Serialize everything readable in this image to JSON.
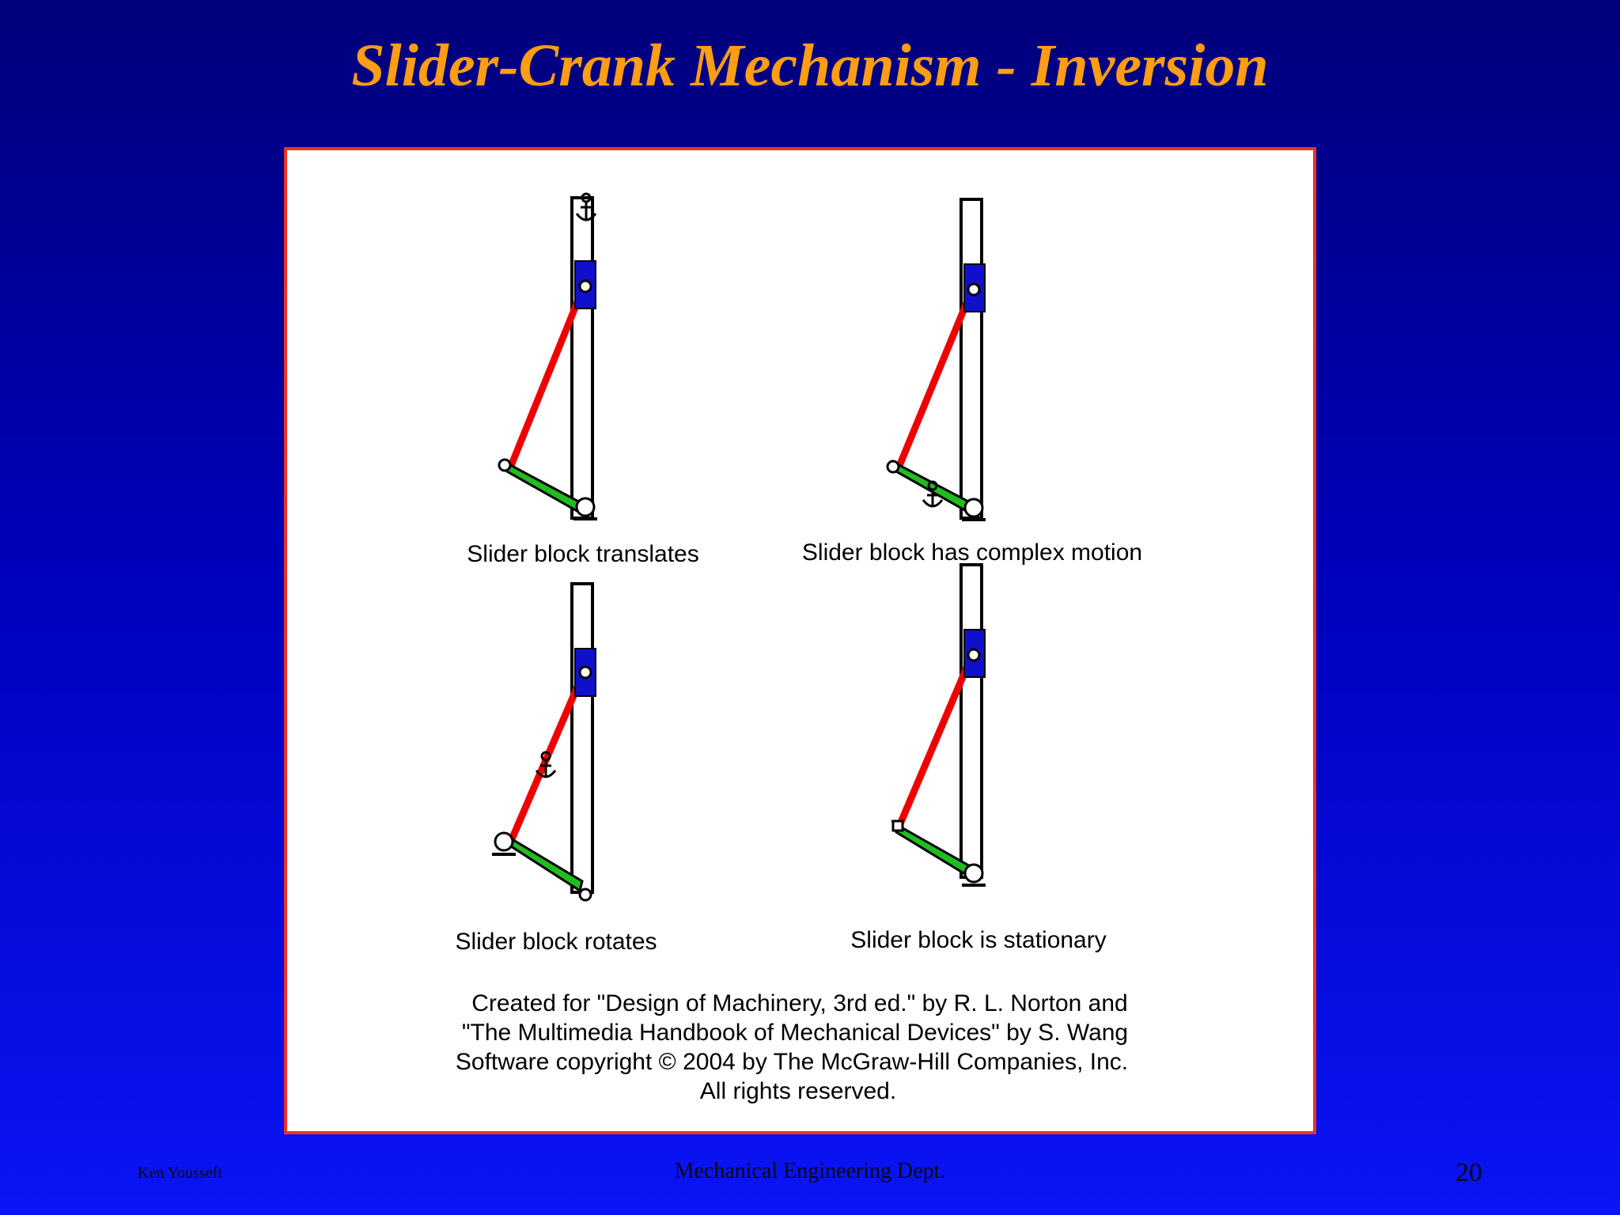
{
  "slide": {
    "title": "Slider-Crank Mechanism - Inversion",
    "frame_color": "#ee3322",
    "title_color": "#ff9d14"
  },
  "figure": {
    "colors": {
      "coupler": "#ee0000",
      "crank": "#22bb22",
      "slider": "#1010cc"
    },
    "panels": [
      {
        "caption": "Slider block translates"
      },
      {
        "caption": "Slider block has complex motion"
      },
      {
        "caption": "Slider block rotates"
      },
      {
        "caption": "Slider block is stationary"
      }
    ],
    "credits": [
      "Created for \"Design of Machinery, 3rd ed.\" by R. L. Norton and",
      "\"The Multimedia Handbook of Mechanical Devices\" by S. Wang",
      "Software copyright © 2004 by The McGraw-Hill Companies, Inc.",
      "All rights reserved."
    ]
  },
  "footer": {
    "author": "Ken Youssefi",
    "department": "Mechanical Engineering Dept.",
    "page_number": "20"
  }
}
